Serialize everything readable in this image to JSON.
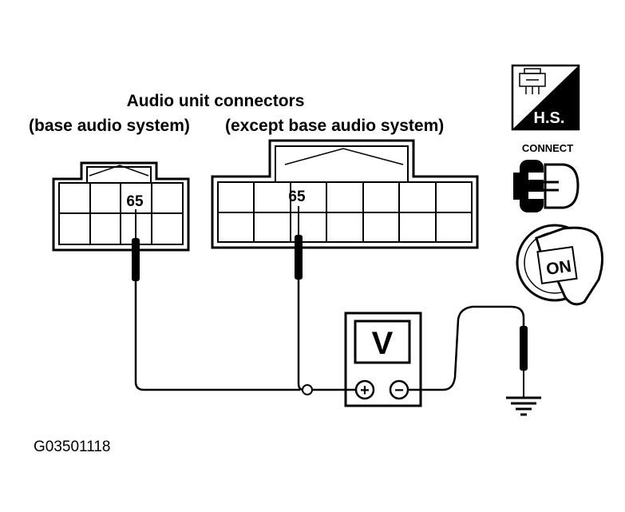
{
  "title": "Audio unit connectors",
  "connectors": {
    "left_label": "(base audio system)",
    "right_label": "(except base audio system)",
    "left_pin": "65",
    "right_pin": "65"
  },
  "meter": {
    "display": "V",
    "positive": "+",
    "negative": "−"
  },
  "icons": {
    "hs_label": "H.S.",
    "connect_label": "CONNECT",
    "ignition_label": "ON"
  },
  "figure_code": "G03501118"
}
